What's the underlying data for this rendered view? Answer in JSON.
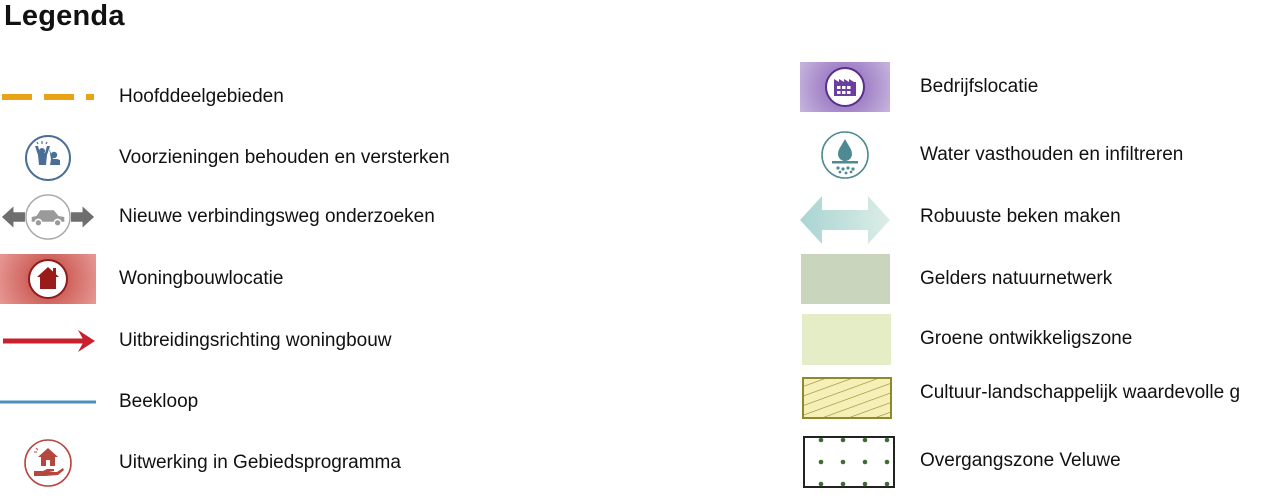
{
  "legend": {
    "title": "Legenda",
    "left_items": [
      {
        "label": "Hoofddeelgebieden",
        "icon": "dashed-boundary-icon",
        "color": "#E8A317"
      },
      {
        "label": "Voorzieningen behouden en versterken",
        "icon": "people-facilities-icon",
        "color": "#4A6F96"
      },
      {
        "label": "Nieuwe verbindingsweg onderzoeken",
        "icon": "car-arrows-icon",
        "color": "#777777"
      },
      {
        "label": "Woningbouwlocatie",
        "icon": "house-location-icon",
        "color": "#A52424"
      },
      {
        "label": "Uitbreidingsrichting woningbouw",
        "icon": "red-arrow-icon",
        "color": "#C8202E"
      },
      {
        "label": "Beekloop",
        "icon": "stream-line-icon",
        "color": "#4A90B8"
      },
      {
        "label": "Uitwerking in Gebiedsprogramma",
        "icon": "house-hand-icon",
        "color": "#B5473F"
      }
    ],
    "right_items": [
      {
        "label": "Bedrijfslocatie",
        "icon": "factory-icon",
        "color": "#6B3FA0"
      },
      {
        "label": "Water vasthouden en infiltreren",
        "icon": "water-drop-icon",
        "color": "#4E8A92"
      },
      {
        "label": "Robuuste beken maken",
        "icon": "double-arrow-icon",
        "color": "#B5DCD6"
      },
      {
        "label": "Gelders natuurnetwerk",
        "icon": "nature-network-swatch",
        "color": "#C9D5BC"
      },
      {
        "label": "Groene ontwikkeligszone",
        "icon": "green-zone-swatch",
        "color": "#E5EDC7"
      },
      {
        "label": "Cultuur-landschappelijk waardevolle g",
        "icon": "hatched-swatch",
        "color": "#8C8A2A"
      },
      {
        "label": "Overgangszone Veluwe",
        "icon": "dotted-swatch",
        "color": "#3E6B35"
      }
    ]
  }
}
